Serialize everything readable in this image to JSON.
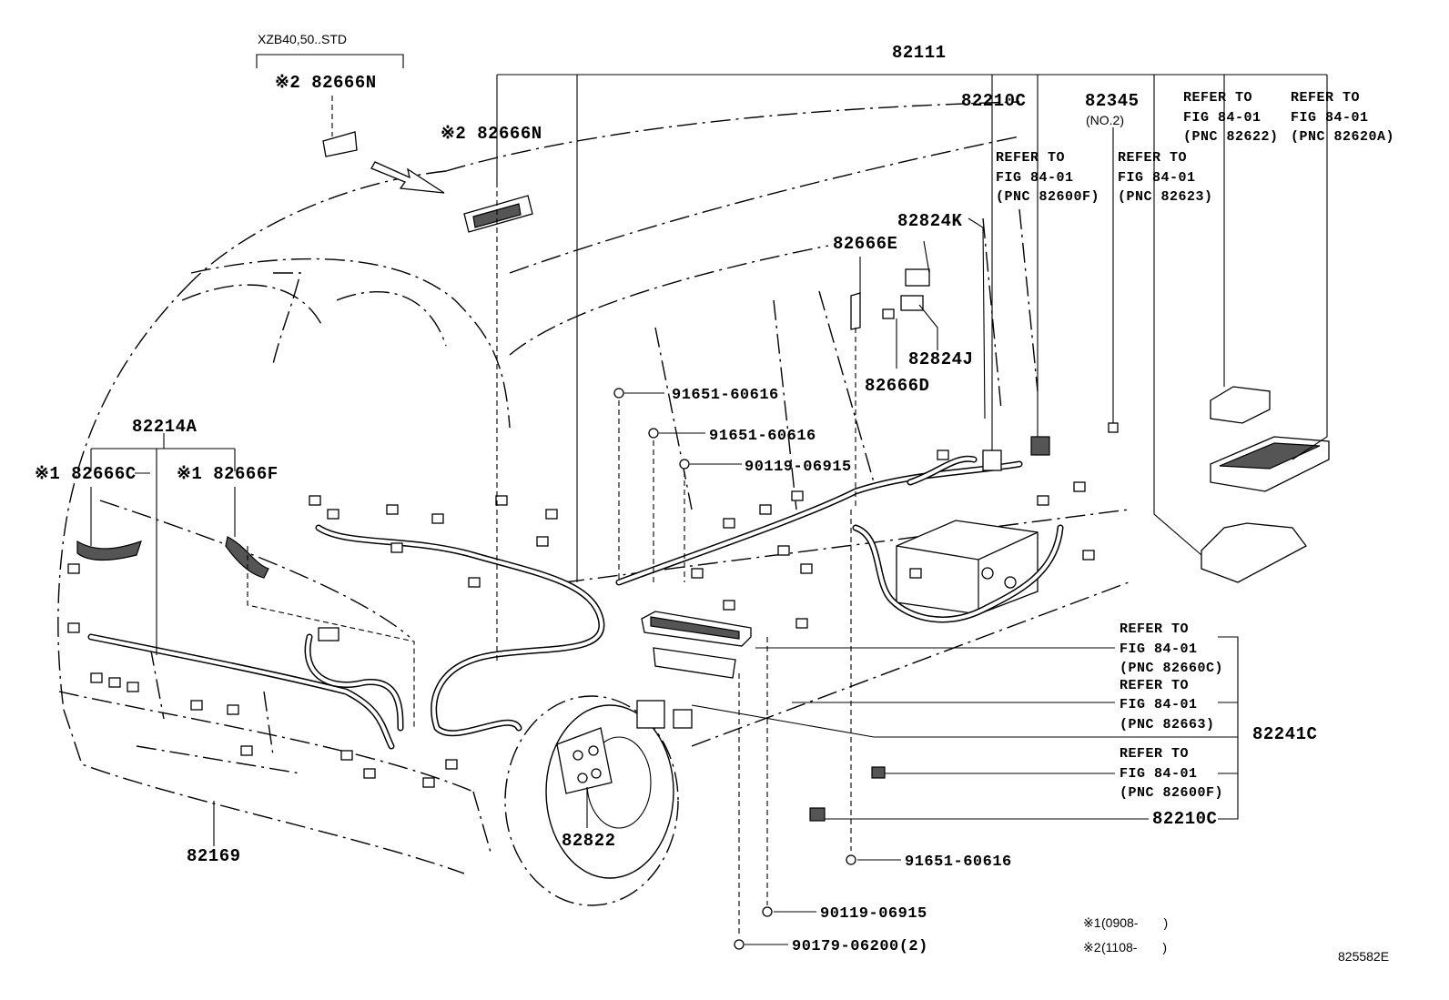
{
  "variant_label": "XZB40,50..STD",
  "drawing_number": "825582E",
  "notes": [
    {
      "mark": "※1",
      "text": "(0908-　　)"
    },
    {
      "mark": "※2",
      "text": "(1108-　　)"
    }
  ],
  "part_labels": {
    "p82111": "82111",
    "p82666n_top": "※2 82666N",
    "p82666n_mid": "※2 82666N",
    "p82210c_top": "82210C",
    "p82345": "82345",
    "p82345_sub": "(NO.2)",
    "p82824k": "82824K",
    "p82666e": "82666E",
    "p82824j": "82824J",
    "p82666d": "82666D",
    "p82214a": "82214A",
    "p82666c": "※1 82666C",
    "p82666f": "※1 82666F",
    "p91651_a": "91651-60616",
    "p91651_b": "91651-60616",
    "p90119_a": "90119-06915",
    "p82241c": "82241C",
    "p82210c_bot": "82210C",
    "p91651_c": "91651-60616",
    "p90119_b": "90119-06915",
    "p90179": "90179-06200(2)",
    "p82169": "82169",
    "p82822": "82822"
  },
  "refer_blocks": [
    {
      "l1": "REFER TO",
      "l2": "FIG 84-01",
      "l3": "(PNC 82622)"
    },
    {
      "l1": "REFER TO",
      "l2": "FIG 84-01",
      "l3": "(PNC 82620A)"
    },
    {
      "l1": "REFER TO",
      "l2": "FIG 84-01",
      "l3": "(PNC 82600F)"
    },
    {
      "l1": "REFER TO",
      "l2": "FIG 84-01",
      "l3": "(PNC 82623)"
    },
    {
      "l1": "REFER TO",
      "l2": "FIG 84-01",
      "l3": "(PNC 82660C)"
    },
    {
      "l1": "REFER TO",
      "l2": "FIG 84-01",
      "l3": "(PNC 82663)"
    },
    {
      "l1": "REFER TO",
      "l2": "FIG 84-01",
      "l3": "(PNC 82600F)"
    }
  ]
}
